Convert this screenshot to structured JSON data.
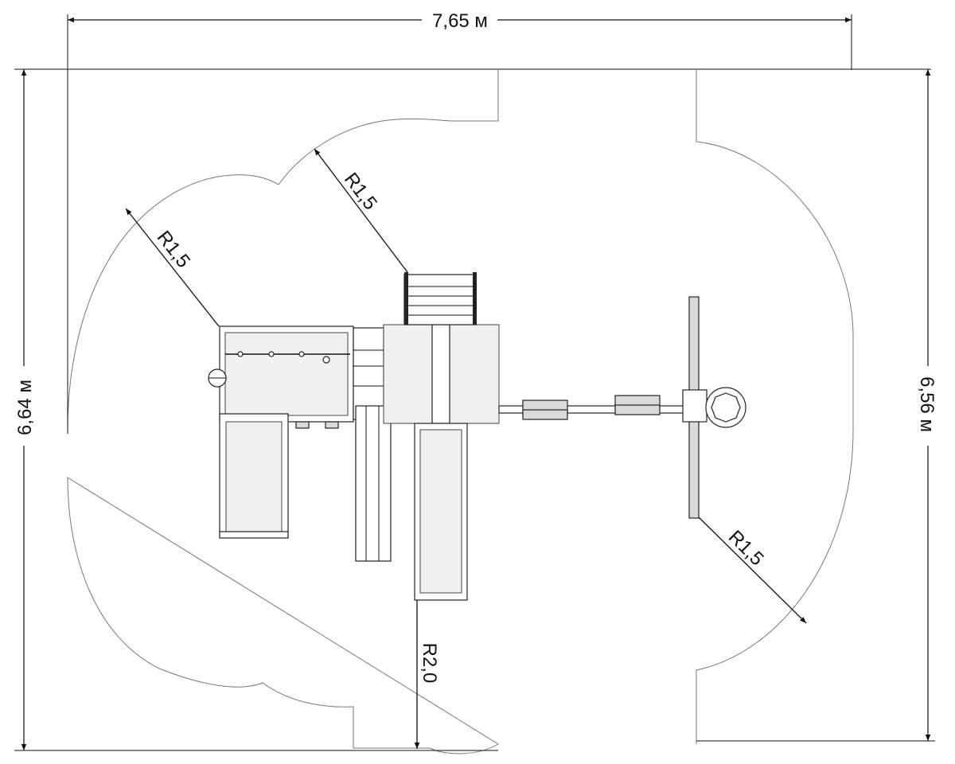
{
  "dimensions": {
    "width_label": "7,65 м",
    "left_height_label": "6,64 м",
    "right_height_label": "6,56 м"
  },
  "radii": {
    "left_upper": "R1,5",
    "top": "R1,5",
    "right_lower": "R1,5",
    "bottom": "R2,0"
  }
}
